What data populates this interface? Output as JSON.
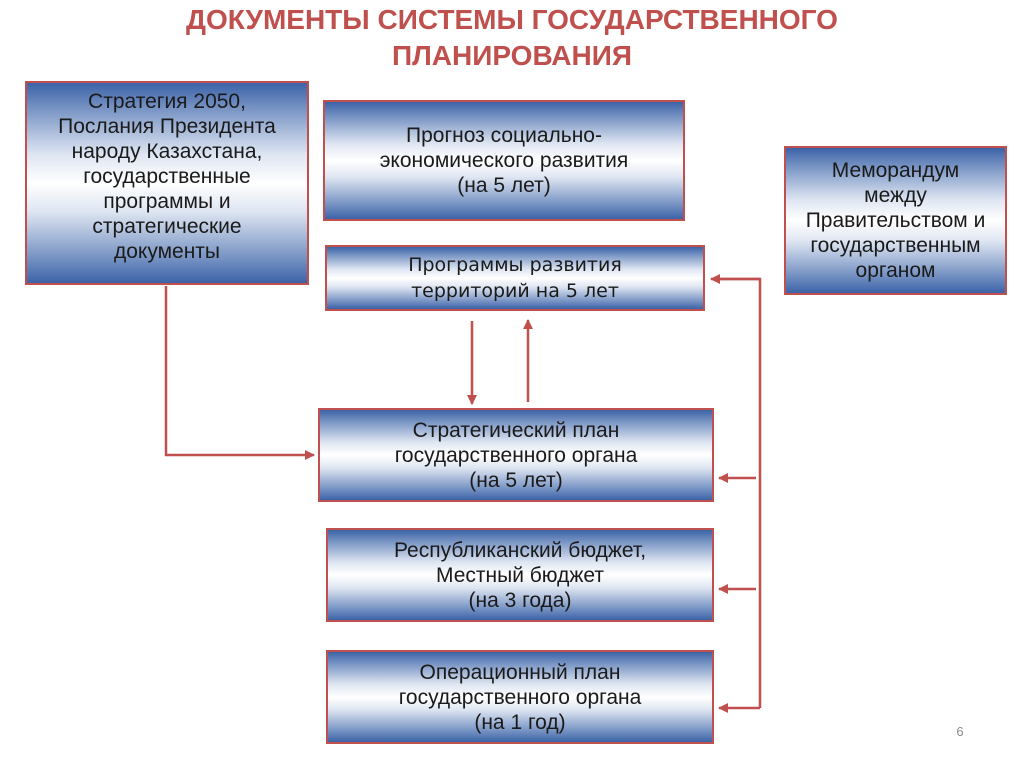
{
  "title": "ДОКУМЕНТЫ СИСТЕМЫ ГОСУДАРСТВЕННОГО\nПЛАНИРОВАНИЯ",
  "boxes": {
    "strategy": "Стратегия 2050,\nПослания Президента\nнароду Казахстана,\nгосударственные\nпрограммы и\nстратегические\nдокументы",
    "forecast": "Прогноз социально-\nэкономического развития\n(на 5 лет)",
    "memorandum": "Меморандум\nмежду\nПравительством и\nгосударственным\nорганом",
    "territory": "Программы развития\nтерриторий на 5 лет",
    "strategic_plan": "Стратегический план\nгосударственного органа\n(на 5 лет)",
    "budget": "Республиканский бюджет,\nМестный бюджет\n(на 3 года)",
    "operational_plan": "Операционный план\nгосударственного органа\n(на 1 год)"
  },
  "colors": {
    "accent": "#c0504d",
    "box_dark": "#3c63a8",
    "box_light": "#ffffff",
    "text": "#1a1a1a"
  },
  "page_number": "6"
}
